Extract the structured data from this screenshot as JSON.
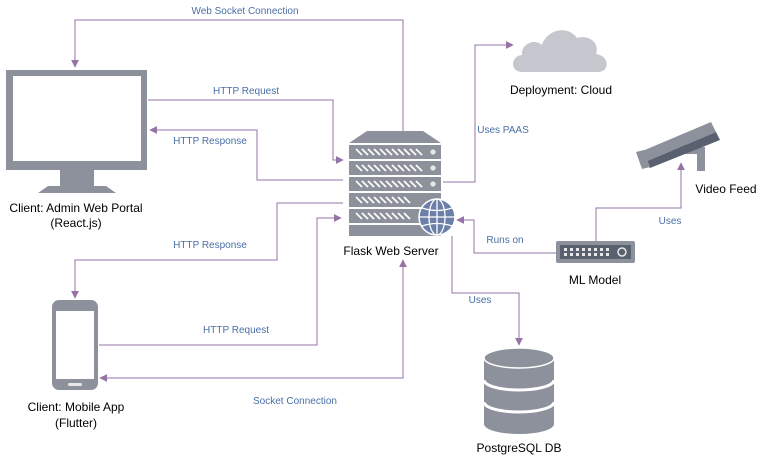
{
  "colors": {
    "edge": "#9673a6",
    "edge_label": "#4a6fa5",
    "icon_fill": "#8c919c",
    "icon_dark": "#596170",
    "icon_light": "#e8e8e8",
    "icon_stroke": "#ffffff",
    "cloud_fill": "#c4c7ce",
    "monitor_fill": "#ffffff",
    "globe": "#6c7fa8"
  },
  "nodes": {
    "admin_portal": {
      "label_line1": "Client: Admin Web Portal",
      "label_line2": "(React.js)",
      "icon": "monitor-icon"
    },
    "mobile_app": {
      "label_line1": "Client: Mobile App",
      "label_line2": "(Flutter)",
      "icon": "smartphone-icon"
    },
    "web_server": {
      "label": "Flask Web Server",
      "icon": "server-rack-icon"
    },
    "cloud": {
      "label": "Deployment: Cloud",
      "icon": "cloud-icon"
    },
    "video_feed": {
      "label": "Video Feed",
      "icon": "security-camera-icon"
    },
    "ml_model": {
      "label": "ML Model",
      "icon": "network-switch-icon"
    },
    "database": {
      "label": "PostgreSQL DB",
      "icon": "database-icon"
    }
  },
  "edges": {
    "web_socket": "Web Socket Connection",
    "admin_request": "HTTP Request",
    "admin_response": "HTTP Response",
    "mobile_response": "HTTP Response",
    "mobile_request": "HTTP Request",
    "socket": "Socket Connection",
    "paas": "Uses PAAS",
    "runs_on": "Runs on",
    "uses_video": "Uses",
    "uses_db": "Uses"
  }
}
